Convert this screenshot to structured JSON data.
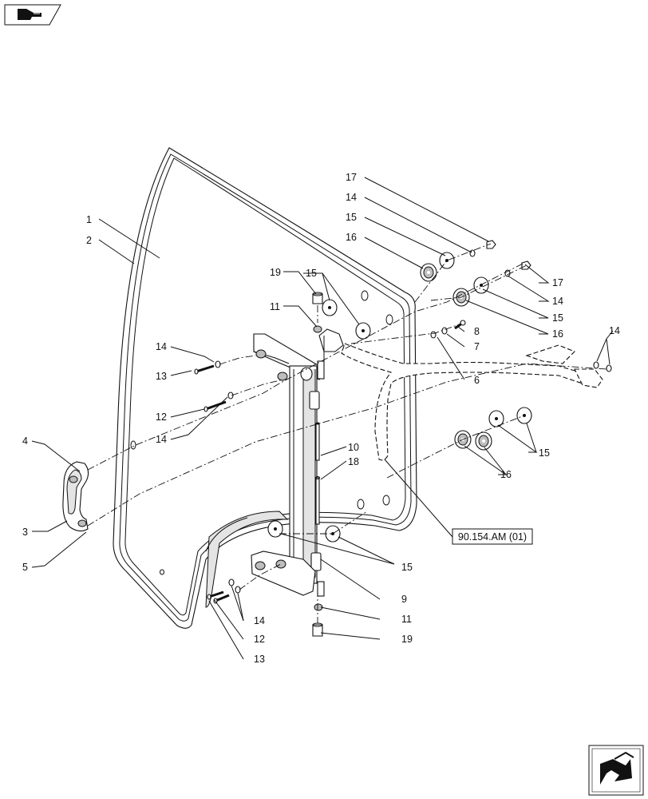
{
  "callouts": {
    "c1": "1",
    "c2": "2",
    "c3": "3",
    "c4": "4",
    "c5": "5",
    "c6": "6",
    "c7": "7",
    "c8": "8",
    "c9": "9",
    "c10": "10",
    "c11a": "11",
    "c11b": "11",
    "c12a": "12",
    "c12b": "12",
    "c13a": "13",
    "c13b": "13",
    "c14a": "14",
    "c14b": "14",
    "c14c": "14",
    "c14d": "14",
    "c14e": "14",
    "c14f": "14",
    "c15a": "15",
    "c15b": "15",
    "c15c": "15",
    "c15d": "15",
    "c15e": "15",
    "c16a": "16",
    "c16b": "16",
    "c16c": "16",
    "c17a": "17",
    "c17b": "17",
    "c18": "18",
    "c19a": "19",
    "c19b": "19"
  },
  "reference": {
    "label": "90.154.AM (01)"
  },
  "icons": {
    "top_left": "hand-pointer-icon",
    "bottom_right": "next-page-arrow-icon"
  }
}
